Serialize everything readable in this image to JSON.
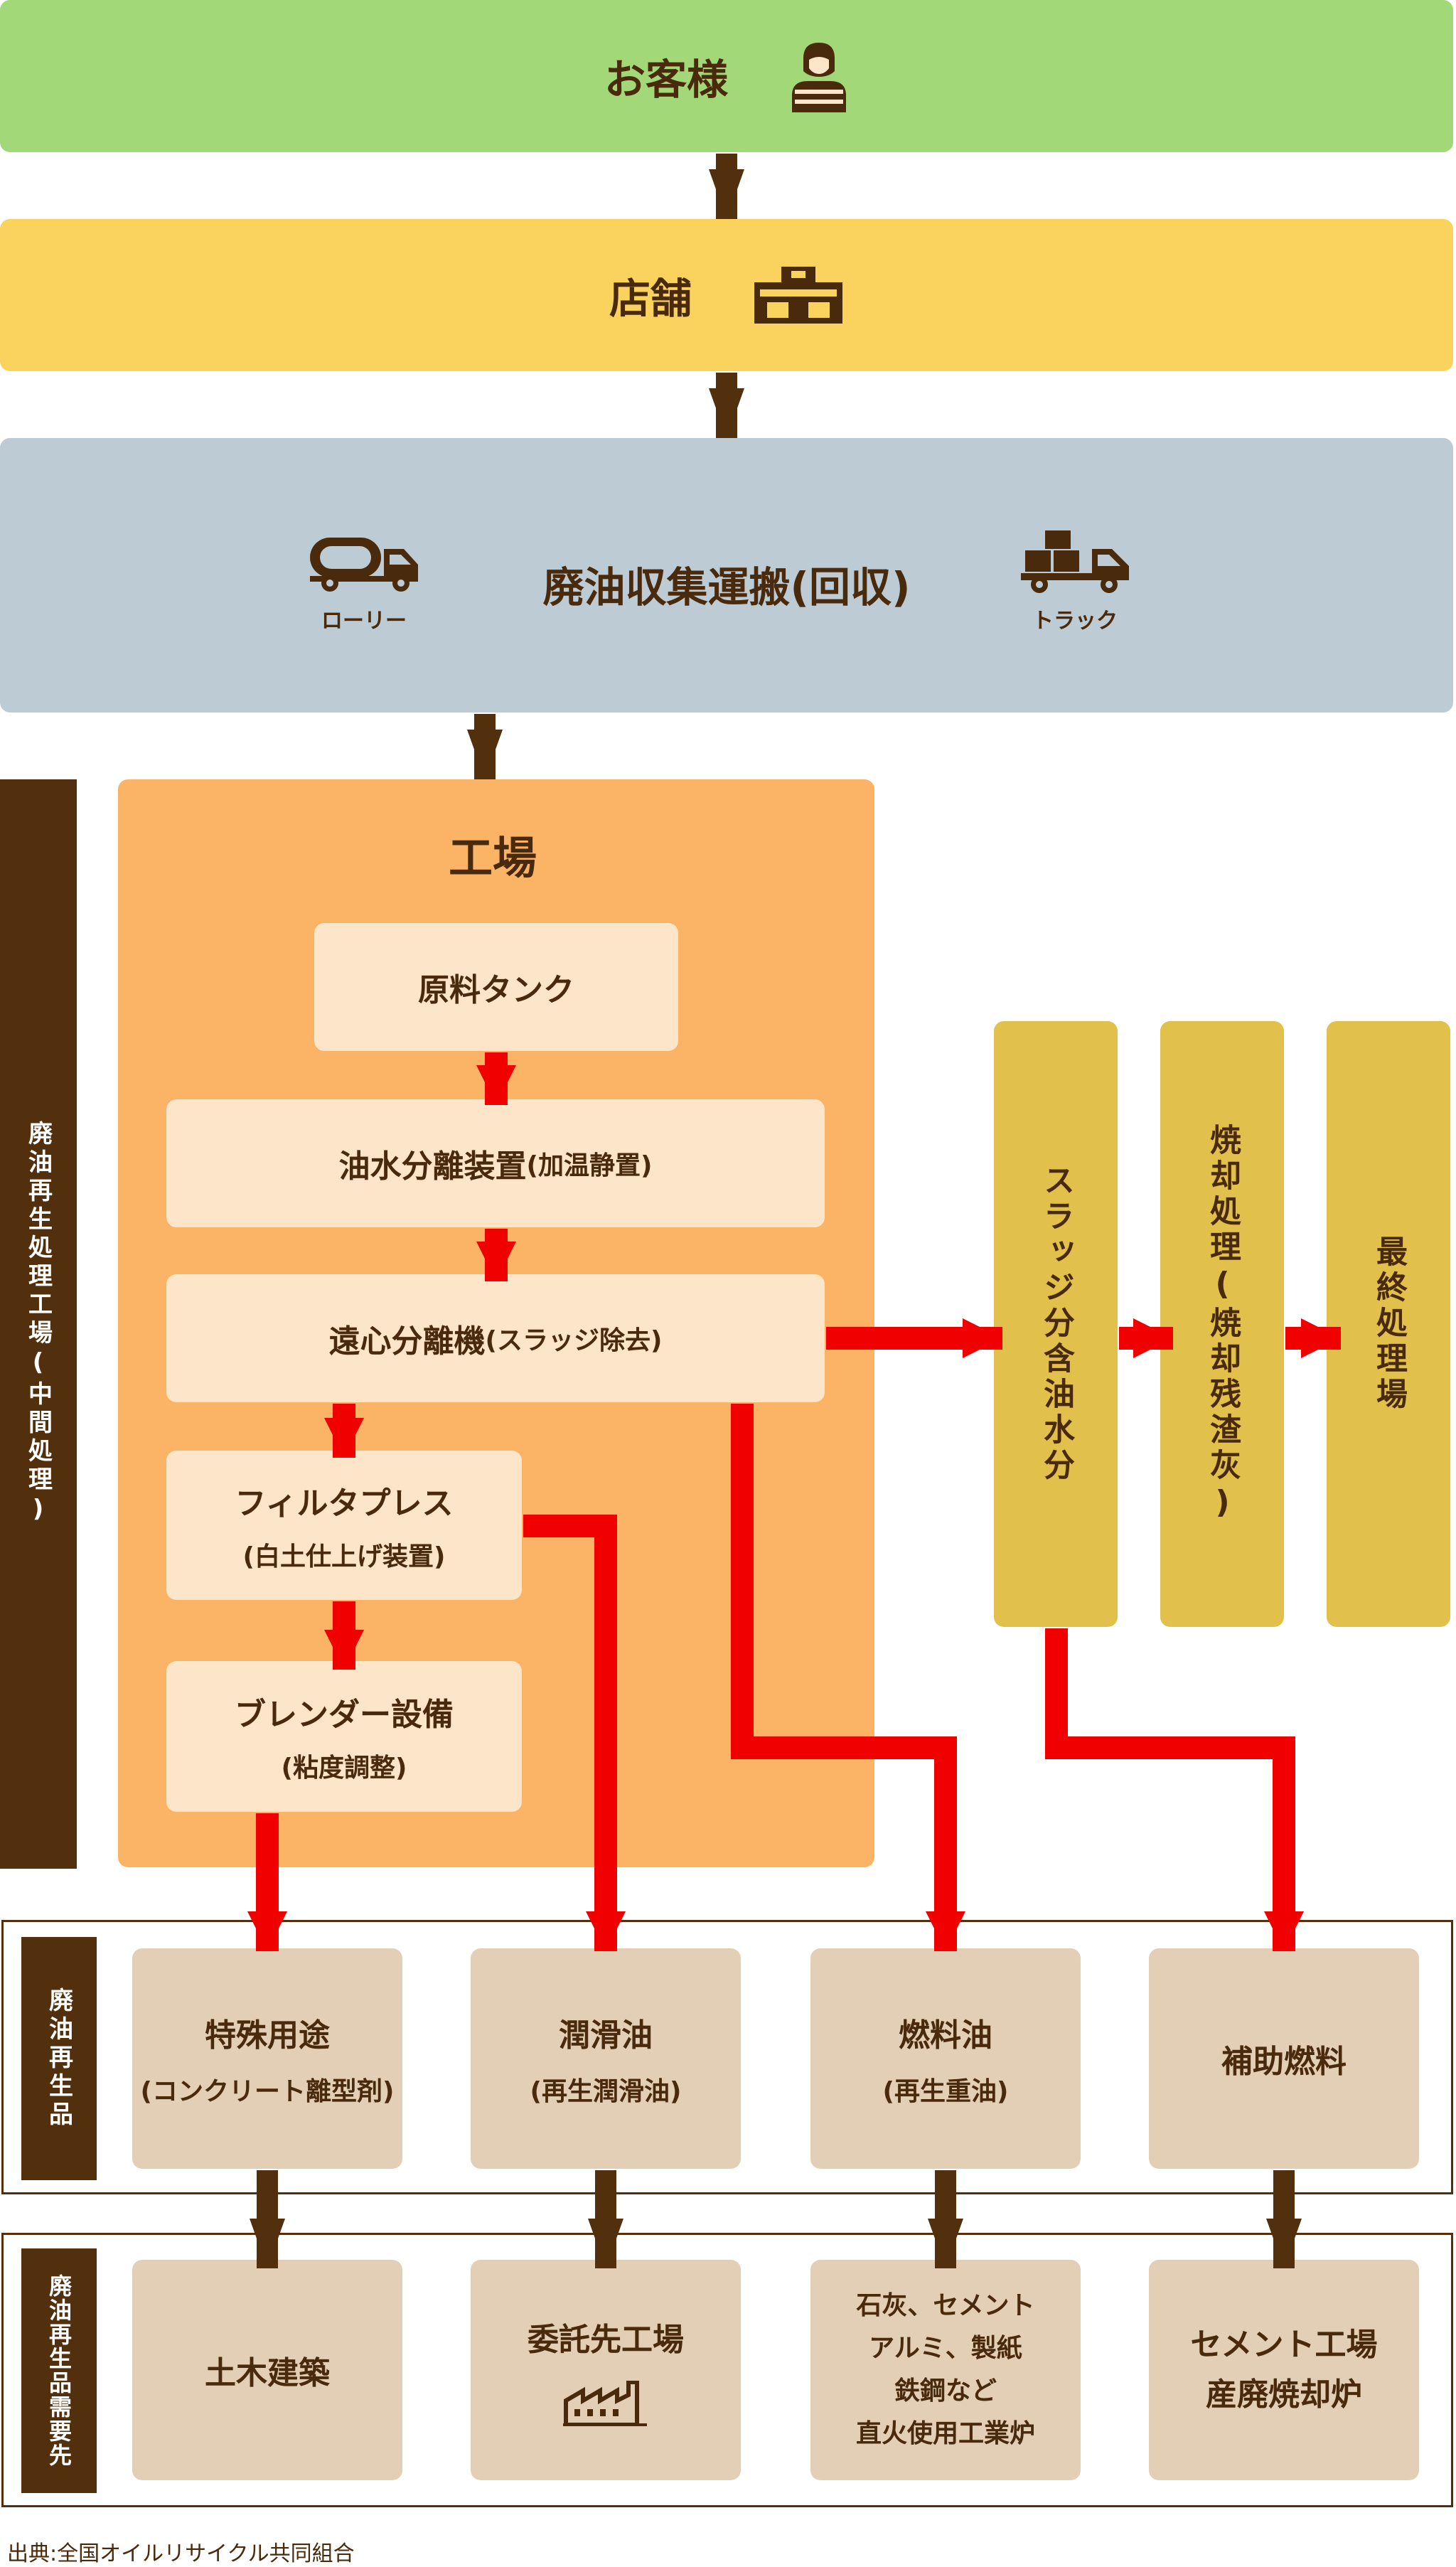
{
  "customer": {
    "label": "お客様"
  },
  "store": {
    "label": "店舗"
  },
  "collection": {
    "label": "廃油収集運搬(回収)",
    "lorry": "ローリー",
    "truck": "トラック"
  },
  "factory": {
    "title": "工場",
    "sidebar": "廃油再生処理工場(中間処理)",
    "raw_tank": "原料タンク",
    "separator": {
      "name": "油水分離装置",
      "note": "(加温静置)"
    },
    "centrifuge": {
      "name": "遠心分離機",
      "note": "(スラッジ除去)"
    },
    "filter": {
      "name": "フィルタプレス",
      "note": "(白土仕上げ装置)"
    },
    "blender": {
      "name": "ブレンダー設備",
      "note": "(粘度調整)"
    }
  },
  "sludge": {
    "contains": "スラッジ分含油水分",
    "incineration": "焼却処理(焼却残渣灰)",
    "final": "最終処理場"
  },
  "products": {
    "sidebar": "廃油再生品",
    "items": [
      {
        "name": "特殊用途",
        "note": "(コンクリート離型剤)"
      },
      {
        "name": "潤滑油",
        "note": "(再生潤滑油)"
      },
      {
        "name": "燃料油",
        "note": "(再生重油)"
      },
      {
        "name": "補助燃料",
        "note": ""
      }
    ]
  },
  "demand": {
    "sidebar": "廃油再生品需要先",
    "civil": "土木建築",
    "contract": "委託先工場",
    "industry_lines": [
      "石灰、セメント",
      "アルミ、製紙",
      "鉄鋼など",
      "直火使用工業炉"
    ],
    "cement_lines": [
      "セメント工場",
      "産廃焼却炉"
    ]
  },
  "source": "出典:全国オイルリサイクル共同組合",
  "colors": {
    "green": "#a3d879",
    "yellow": "#f9d35e",
    "blue_gray": "#bdcbd4",
    "factory_orange": "#fbb466",
    "process_cream": "#fde5ca",
    "sludge_gold": "#e1c04c",
    "product_beige": "#e2cfb5",
    "dark_brown": "#52300d",
    "red_flow": "#f10000"
  }
}
